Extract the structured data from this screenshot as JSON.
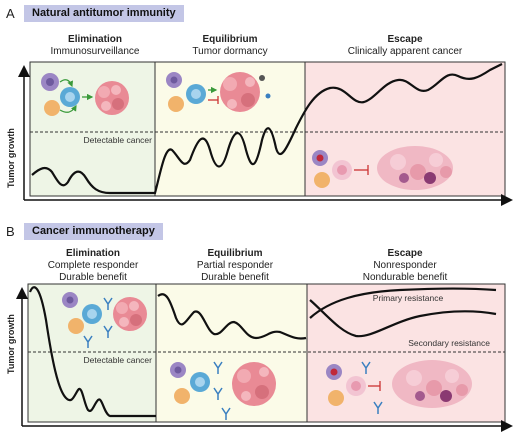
{
  "panel_a": {
    "letter": "A",
    "title": "Natural antitumor immunity",
    "phases": [
      {
        "title": "Elimination",
        "subtitle": "Immunosurveillance"
      },
      {
        "title": "Equilibrium",
        "subtitle": "Tumor dormancy"
      },
      {
        "title": "Escape",
        "subtitle": "Clinically apparent cancer"
      }
    ],
    "ylabel": "Tumor growth",
    "threshold_label": "Detectable cancer"
  },
  "panel_b": {
    "letter": "B",
    "title": "Cancer immunotherapy",
    "phases": [
      {
        "title": "Elimination",
        "line1": "Complete responder",
        "line2": "Durable benefit"
      },
      {
        "title": "Equilibrium",
        "line1": "Partial responder",
        "line2": "Durable benefit"
      },
      {
        "title": "Escape",
        "line1": "Nonresponder",
        "line2": "Nondurable benefit"
      }
    ],
    "ylabel": "Tumor growth",
    "threshold_label": "Detectable cancer",
    "curve_labels": {
      "primary": "Primary resistance",
      "secondary": "Secondary resistance"
    }
  },
  "colors": {
    "elimination_bg": "#eef5e6",
    "equilibrium_bg": "#fbfbe8",
    "escape_bg": "#fbe3e3",
    "title_box": "#c3c6e6",
    "tcell": "#5aa9d6",
    "nk_cell": "#9b86c4",
    "dc_cell": "#f1b36b",
    "tumor": "#e98a95",
    "antibody": "#3a7fc0"
  }
}
